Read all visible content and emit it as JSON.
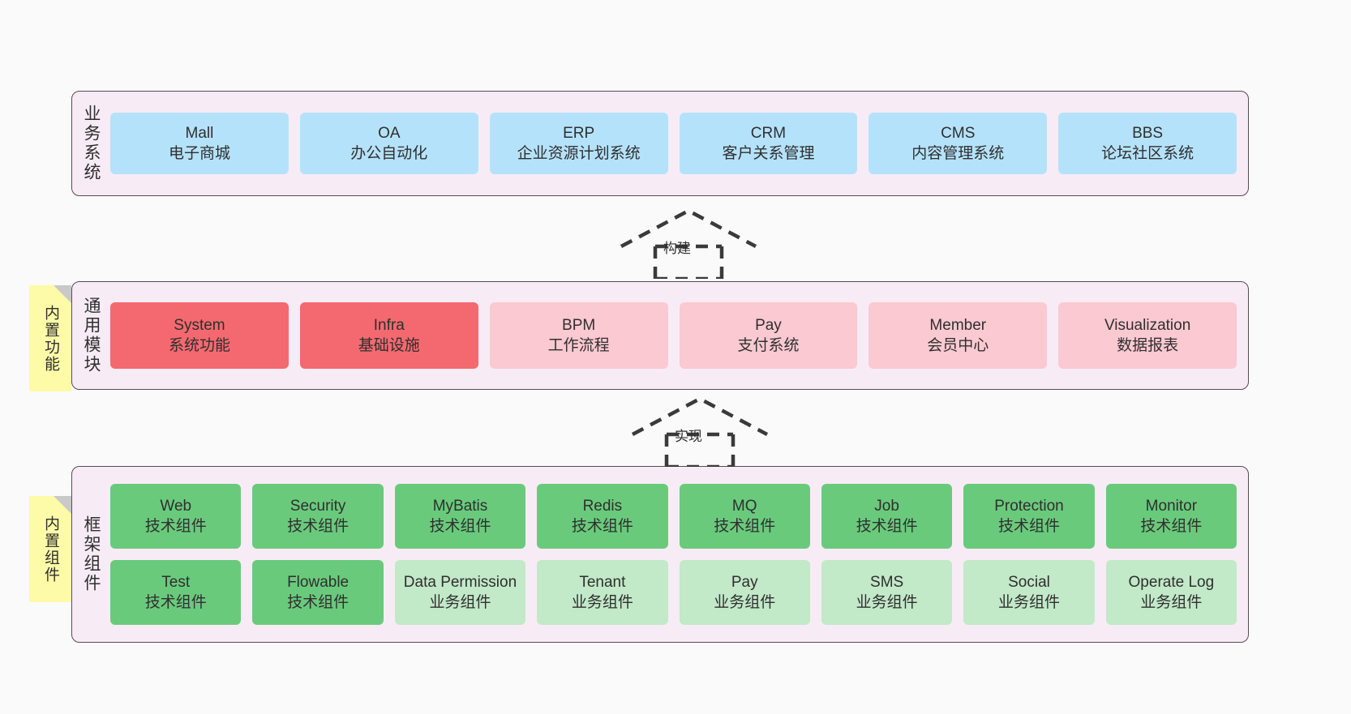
{
  "diagram": {
    "layers": [
      {
        "id": "business",
        "title": "业务系统",
        "cards": [
          {
            "en": "Mall",
            "cn": "电子商城"
          },
          {
            "en": "OA",
            "cn": "办公自动化"
          },
          {
            "en": "ERP",
            "cn": "企业资源计划系统"
          },
          {
            "en": "CRM",
            "cn": "客户关系管理"
          },
          {
            "en": "CMS",
            "cn": "内容管理系统"
          },
          {
            "en": "BBS",
            "cn": "论坛社区系统"
          }
        ]
      },
      {
        "id": "modules",
        "title": "通用模块",
        "cards": [
          {
            "en": "System",
            "cn": "系统功能"
          },
          {
            "en": "Infra",
            "cn": "基础设施"
          },
          {
            "en": "BPM",
            "cn": "工作流程"
          },
          {
            "en": "Pay",
            "cn": "支付系统"
          },
          {
            "en": "Member",
            "cn": "会员中心"
          },
          {
            "en": "Visualization",
            "cn": "数据报表"
          }
        ]
      },
      {
        "id": "framework",
        "title": "框架组件",
        "row1": [
          {
            "en": "Web",
            "cn": "技术组件"
          },
          {
            "en": "Security",
            "cn": "技术组件"
          },
          {
            "en": "MyBatis",
            "cn": "技术组件"
          },
          {
            "en": "Redis",
            "cn": "技术组件"
          },
          {
            "en": "MQ",
            "cn": "技术组件"
          },
          {
            "en": "Job",
            "cn": "技术组件"
          },
          {
            "en": "Protection",
            "cn": "技术组件"
          },
          {
            "en": "Monitor",
            "cn": "技术组件"
          }
        ],
        "row2": [
          {
            "en": "Test",
            "cn": "技术组件"
          },
          {
            "en": "Flowable",
            "cn": "技术组件"
          },
          {
            "en": "Data Permission",
            "cn": "业务组件"
          },
          {
            "en": "Tenant",
            "cn": "业务组件"
          },
          {
            "en": "Pay",
            "cn": "业务组件"
          },
          {
            "en": "SMS",
            "cn": "业务组件"
          },
          {
            "en": "Social",
            "cn": "业务组件"
          },
          {
            "en": "Operate Log",
            "cn": "业务组件"
          }
        ]
      }
    ],
    "sticky_notes": [
      {
        "id": "functions",
        "label": "内置功能"
      },
      {
        "id": "components",
        "label": "内置组件"
      }
    ],
    "connectors": [
      {
        "id": "build",
        "label": "构建"
      },
      {
        "id": "impl",
        "label": "实现"
      }
    ],
    "colors": {
      "layer_background": "#f7ecf5",
      "layer_border": "#5a4a55",
      "business_card": "#b5e2fb",
      "module_primary": "#f4696f",
      "module_secondary": "#fbc9d1",
      "tech_component": "#6aca7c",
      "business_component": "#c2e9c8",
      "sticky_note": "#fdfaa8",
      "sticky_fold": "#c9c9c9",
      "canvas": "#fafafa"
    }
  }
}
